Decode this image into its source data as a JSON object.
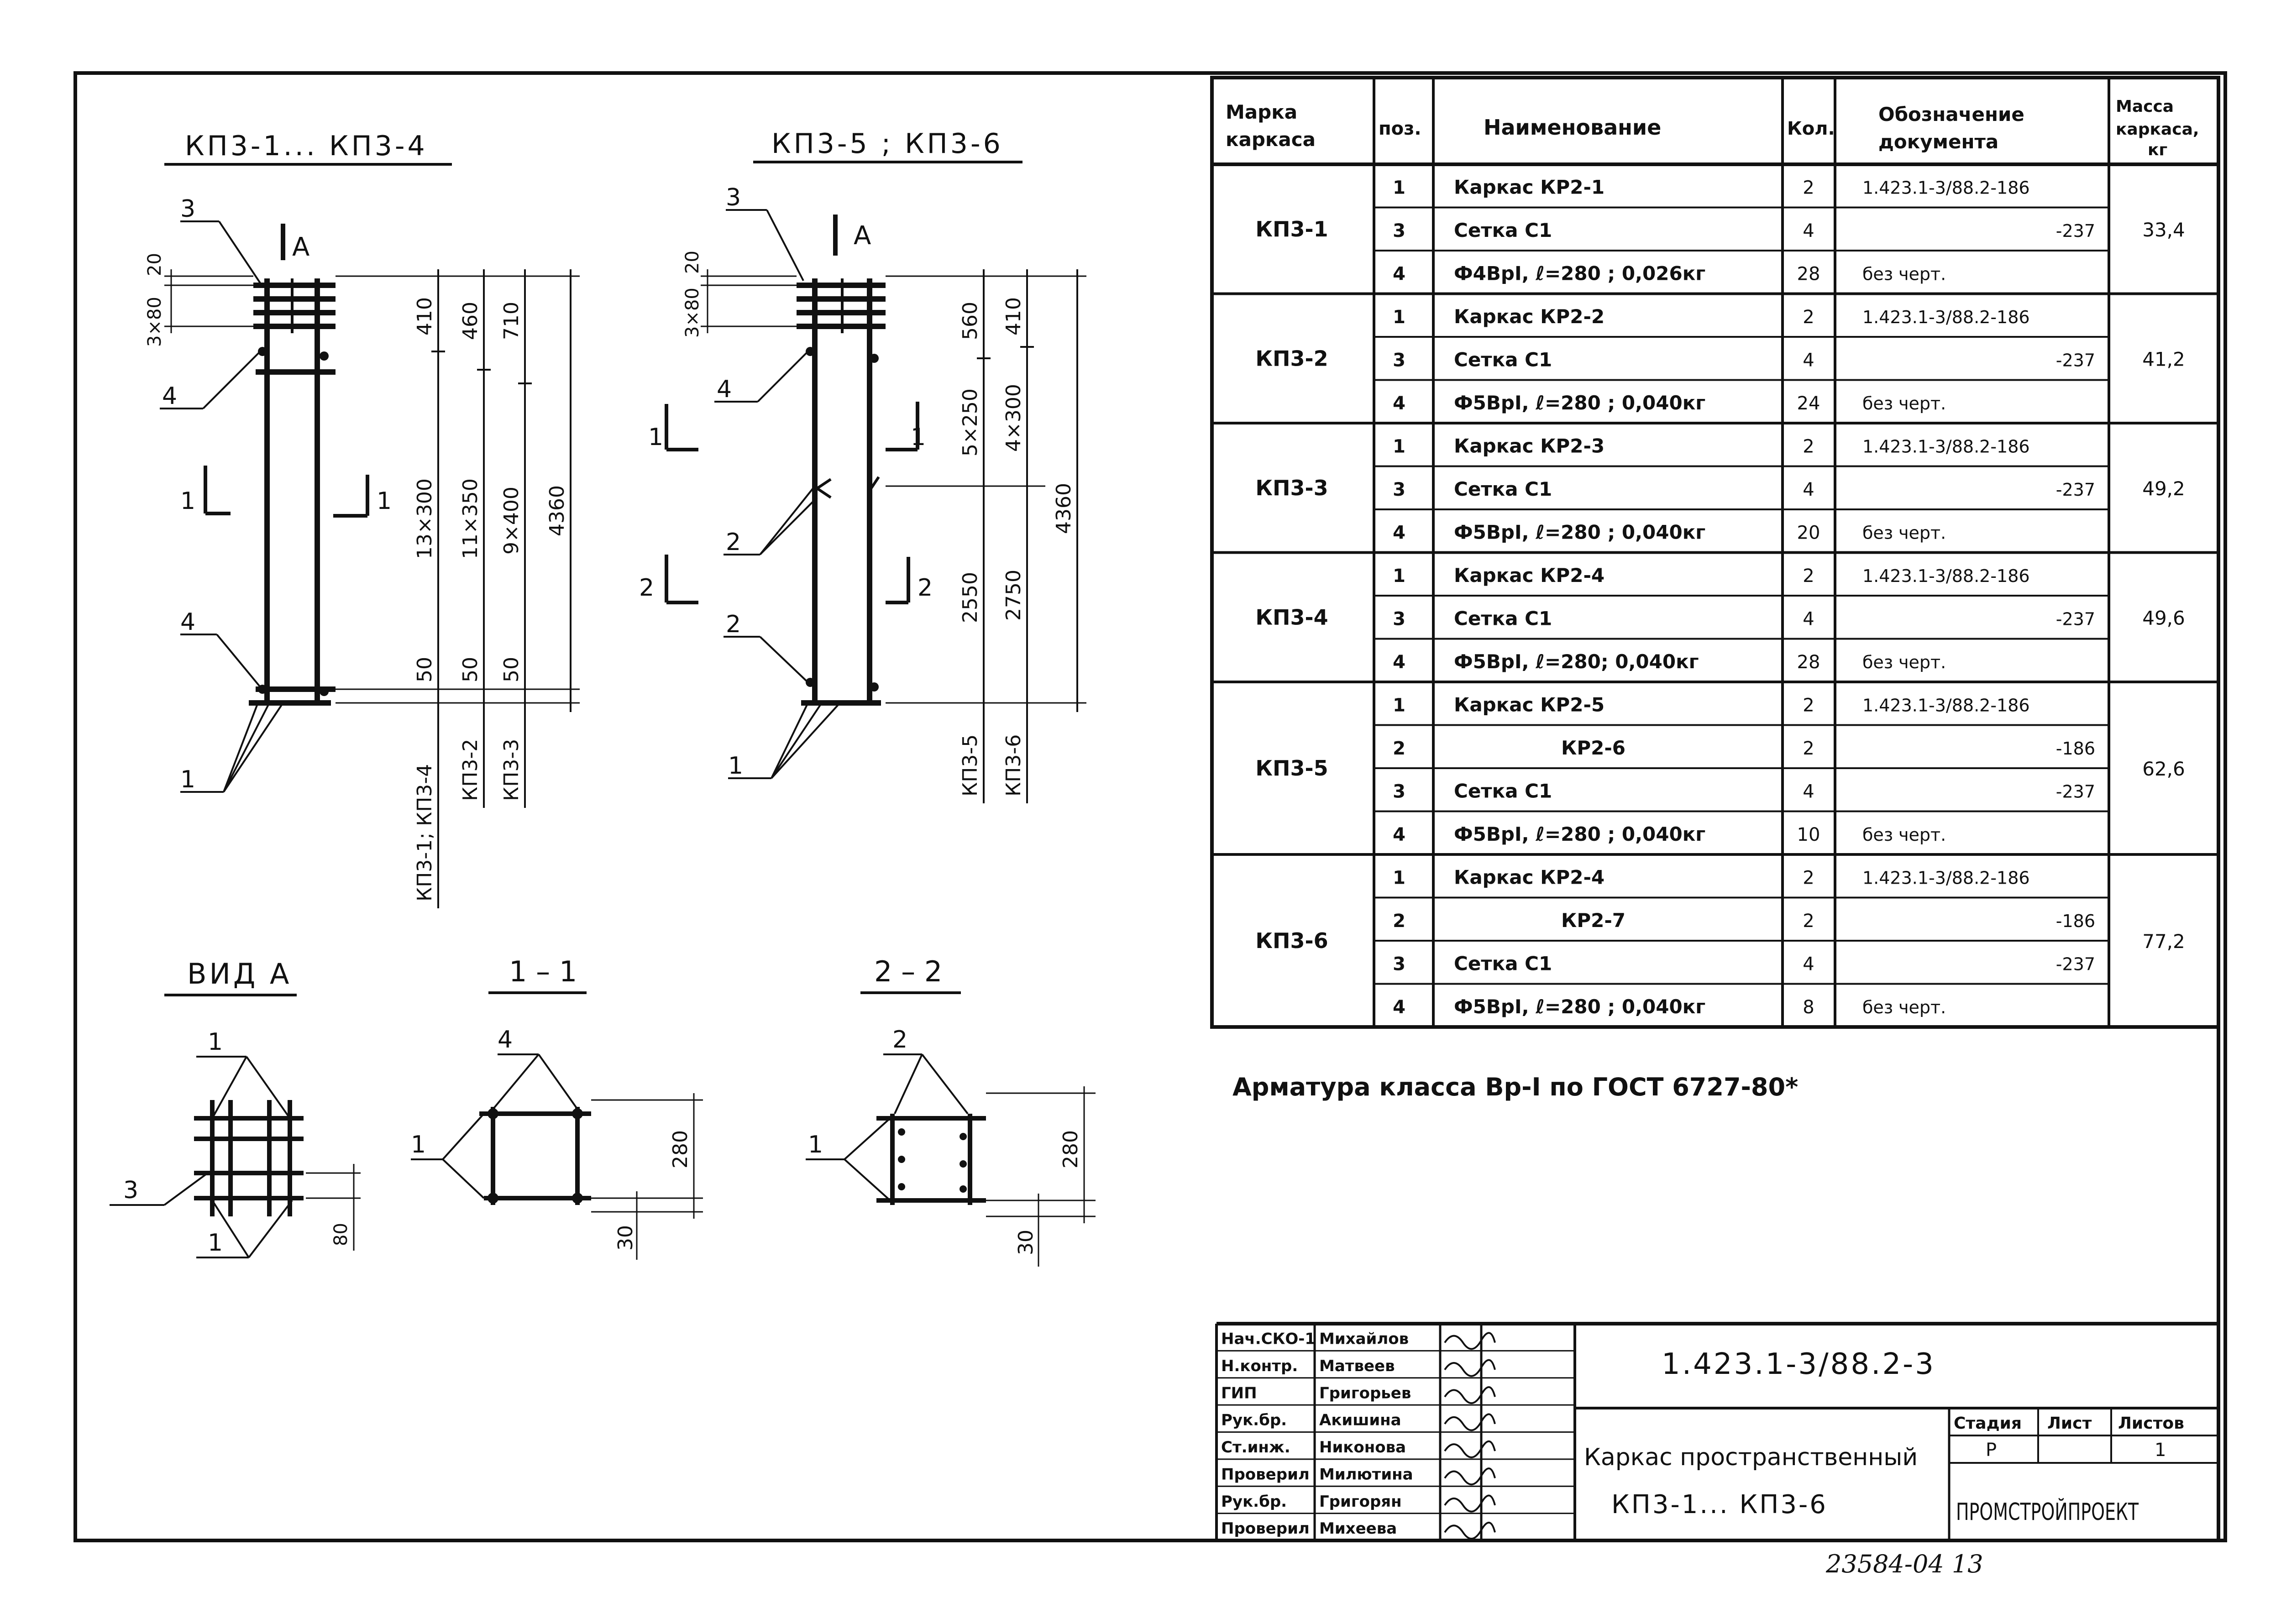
{
  "drawings": {
    "view_kp1_4": {
      "title": "КП3-1... КП3-4",
      "callouts": [
        "3",
        "4",
        "4",
        "1"
      ],
      "section_marks": [
        "1",
        "1"
      ],
      "view_mark": "А",
      "dims_left": [
        "20",
        "3×80"
      ],
      "dims_col1": [
        "410",
        "13×300",
        "50"
      ],
      "dims_col2": [
        "460",
        "11×350",
        "50"
      ],
      "dims_col3": [
        "710",
        "9×400",
        "50"
      ],
      "dim_total": "4360",
      "dim_labels": [
        "КП3-1; КП3-4",
        "КП3-2",
        "КП3-3"
      ]
    },
    "view_kp5_6": {
      "title": "КП3-5 ; КП3-6",
      "callouts": [
        "3",
        "4",
        "2",
        "2",
        "1"
      ],
      "section_marks": [
        "1",
        "1",
        "2",
        "2"
      ],
      "view_mark": "А",
      "dims_left": [
        "20",
        "3×80"
      ],
      "dims_col1": [
        "560",
        "5×250",
        "2550"
      ],
      "dims_col2": [
        "410",
        "4×300",
        "2750"
      ],
      "dim_total": "4360",
      "dim_labels": [
        "КП3-5",
        "КП3-6"
      ]
    },
    "view_a": {
      "title": "ВИД А",
      "callouts": [
        "1",
        "3",
        "1"
      ],
      "dim": "80"
    },
    "section_1": {
      "title": "1 – 1",
      "callouts": [
        "4",
        "1"
      ],
      "dims": [
        "280",
        "30"
      ]
    },
    "section_2": {
      "title": "2 – 2",
      "callouts": [
        "2",
        "1"
      ],
      "dims": [
        "280",
        "30"
      ]
    }
  },
  "spec_table": {
    "headers": [
      "Марка каркаса",
      "поз.",
      "Наименование",
      "Кол.",
      "Обозначение документа",
      "Масса каркаса, кг"
    ],
    "groups": [
      {
        "mark": "КП3-1",
        "mass": "33,4",
        "rows": [
          {
            "pos": "1",
            "name": "Каркас КР2-1",
            "qty": "2",
            "doc": "1.423.1-3/88.2-186"
          },
          {
            "pos": "3",
            "name": "Сетка С1",
            "qty": "4",
            "doc": "-237"
          },
          {
            "pos": "4",
            "name": "Ф4ВрI, ℓ=280 ; 0,026кг",
            "qty": "28",
            "doc": "без черт."
          }
        ]
      },
      {
        "mark": "КП3-2",
        "mass": "41,2",
        "rows": [
          {
            "pos": "1",
            "name": "Каркас КР2-2",
            "qty": "2",
            "doc": "1.423.1-3/88.2-186"
          },
          {
            "pos": "3",
            "name": "Сетка С1",
            "qty": "4",
            "doc": "-237"
          },
          {
            "pos": "4",
            "name": "Ф5ВрI, ℓ=280 ; 0,040кг",
            "qty": "24",
            "doc": "без черт."
          }
        ]
      },
      {
        "mark": "КП3-3",
        "mass": "49,2",
        "rows": [
          {
            "pos": "1",
            "name": "Каркас КР2-3",
            "qty": "2",
            "doc": "1.423.1-3/88.2-186"
          },
          {
            "pos": "3",
            "name": "Сетка С1",
            "qty": "4",
            "doc": "-237"
          },
          {
            "pos": "4",
            "name": "Ф5ВрI, ℓ=280 ; 0,040кг",
            "qty": "20",
            "doc": "без черт."
          }
        ]
      },
      {
        "mark": "КП3-4",
        "mass": "49,6",
        "rows": [
          {
            "pos": "1",
            "name": "Каркас КР2-4",
            "qty": "2",
            "doc": "1.423.1-3/88.2-186"
          },
          {
            "pos": "3",
            "name": "Сетка С1",
            "qty": "4",
            "doc": "-237"
          },
          {
            "pos": "4",
            "name": "Ф5ВрI, ℓ=280; 0,040кг",
            "qty": "28",
            "doc": "без черт."
          }
        ]
      },
      {
        "mark": "КП3-5",
        "mass": "62,6",
        "rows": [
          {
            "pos": "1",
            "name": "Каркас КР2-5",
            "qty": "2",
            "doc": "1.423.1-3/88.2-186"
          },
          {
            "pos": "2",
            "name": "КР2-6",
            "qty": "2",
            "doc": "-186"
          },
          {
            "pos": "3",
            "name": "Сетка С1",
            "qty": "4",
            "doc": "-237"
          },
          {
            "pos": "4",
            "name": "Ф5ВрI, ℓ=280 ; 0,040кг",
            "qty": "10",
            "doc": "без черт."
          }
        ]
      },
      {
        "mark": "КП3-6",
        "mass": "77,2",
        "rows": [
          {
            "pos": "1",
            "name": "Каркас КР2-4",
            "qty": "2",
            "doc": "1.423.1-3/88.2-186"
          },
          {
            "pos": "2",
            "name": "КР2-7",
            "qty": "2",
            "doc": "-186"
          },
          {
            "pos": "3",
            "name": "Сетка С1",
            "qty": "4",
            "doc": "-237"
          },
          {
            "pos": "4",
            "name": "Ф5ВрI, ℓ=280 ; 0,040кг",
            "qty": "8",
            "doc": "без черт."
          }
        ]
      }
    ]
  },
  "note": "Арматура класса Вр-I по ГОСТ 6727-80*",
  "title_block": {
    "roles": [
      {
        "role": "Нач.СКО-1",
        "name": "Михайлов"
      },
      {
        "role": "Н.контр.",
        "name": "Матвеев"
      },
      {
        "role": "ГИП",
        "name": "Григорьев"
      },
      {
        "role": "Рук.бр.",
        "name": "Акишина"
      },
      {
        "role": "Ст.инж.",
        "name": "Никонова"
      },
      {
        "role": "Проверил",
        "name": "Милютина"
      },
      {
        "role": "Рук.бр.",
        "name": "Григорян"
      },
      {
        "role": "Проверил",
        "name": "Михеева"
      }
    ],
    "doc_code": "1.423.1-3/88.2-3",
    "title_line1": "Каркас пространственный",
    "title_line2": "КП3-1... КП3-6",
    "stage_label": "Стадия",
    "sheet_label": "Лист",
    "sheets_label": "Листов",
    "stage_value": "Р",
    "sheets_value": "1",
    "org": "ПРОМСТРОЙПРОЕКТ"
  },
  "footer_number": "23584-04   13"
}
